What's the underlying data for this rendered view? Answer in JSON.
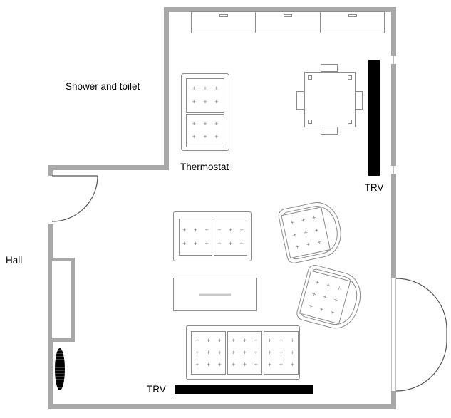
{
  "labels": {
    "shower_toilet": "Shower and toilet",
    "hall": "Hall",
    "thermostat": "Thermostat",
    "trv_right": "TRV",
    "trv_bottom": "TRV"
  },
  "decor": {
    "plus_row": "+ + +"
  },
  "colors": {
    "wall": "#a8a8a8",
    "line": "#8c8c8c",
    "radiator": "#000000",
    "text": "#000000",
    "bg": "#ffffff",
    "arc": "#555555"
  }
}
